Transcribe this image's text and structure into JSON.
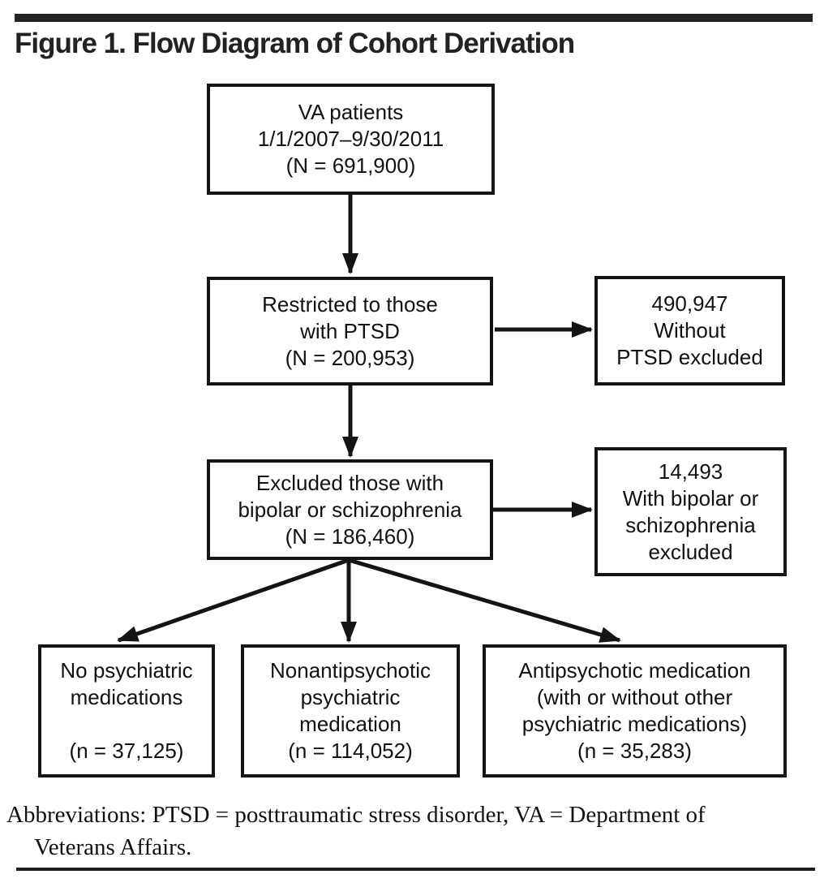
{
  "figure": {
    "title": "Figure 1. Flow Diagram of Cohort Derivation"
  },
  "diagram": {
    "boxes": {
      "va_patients": {
        "lines": [
          "VA patients",
          "1/1/2007–9/30/2011",
          "(N = 691,900)"
        ]
      },
      "restricted_ptsd": {
        "lines": [
          "Restricted to those",
          "with PTSD",
          "(N = 200,953)"
        ]
      },
      "excluded_bipolar": {
        "lines": [
          "Excluded those with",
          "bipolar or schizophrenia",
          "(N = 186,460)"
        ]
      },
      "without_ptsd_excluded": {
        "lines": [
          "490,947",
          "Without",
          "PTSD excluded"
        ]
      },
      "bipolar_excluded": {
        "lines": [
          "14,493",
          "With bipolar or",
          "schizophrenia",
          "excluded"
        ]
      },
      "no_psych_meds": {
        "lines": [
          "No psychiatric",
          "medications",
          "",
          "(n = 37,125)"
        ]
      },
      "nonantipsychotic": {
        "lines": [
          "Nonantipsychotic",
          "psychiatric",
          "medication",
          "(n = 114,052)"
        ]
      },
      "antipsychotic": {
        "lines": [
          "Antipsychotic medication",
          "(with or without other",
          "psychiatric medications)",
          "(n = 35,283)"
        ]
      }
    },
    "edges": [
      {
        "from": "va_patients",
        "to": "restricted_ptsd"
      },
      {
        "from": "restricted_ptsd",
        "to": "without_ptsd_excluded"
      },
      {
        "from": "restricted_ptsd",
        "to": "excluded_bipolar"
      },
      {
        "from": "excluded_bipolar",
        "to": "bipolar_excluded"
      },
      {
        "from": "excluded_bipolar",
        "to": "no_psych_meds"
      },
      {
        "from": "excluded_bipolar",
        "to": "nonantipsychotic"
      },
      {
        "from": "excluded_bipolar",
        "to": "antipsychotic"
      }
    ]
  },
  "footer": {
    "lines": [
      "Abbreviations: PTSD = posttraumatic stress disorder, VA = Department of",
      "Veterans Affairs."
    ]
  },
  "colors": {
    "ink": "#141414",
    "text": "#111111",
    "bar": "#232323"
  }
}
